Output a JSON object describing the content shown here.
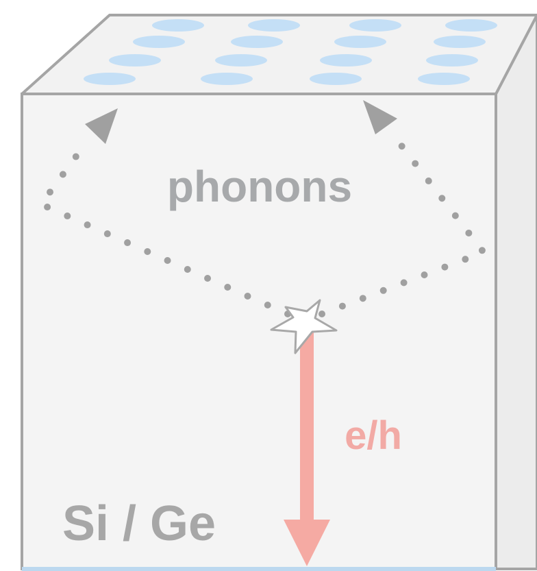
{
  "labels": {
    "phonons": "phonons",
    "carriers": "e/h",
    "material": "Si / Ge"
  },
  "colors": {
    "cube_face": "#f4f4f4",
    "cube_edge": "#a5a5a5",
    "sensor_pad": "#c4dff6",
    "phonon_path": "#a0a0a0",
    "carrier_arrow": "#f5aaa3",
    "bottom_electrode": "#bcd8ef"
  },
  "icons": {
    "event": "star-burst-icon"
  }
}
